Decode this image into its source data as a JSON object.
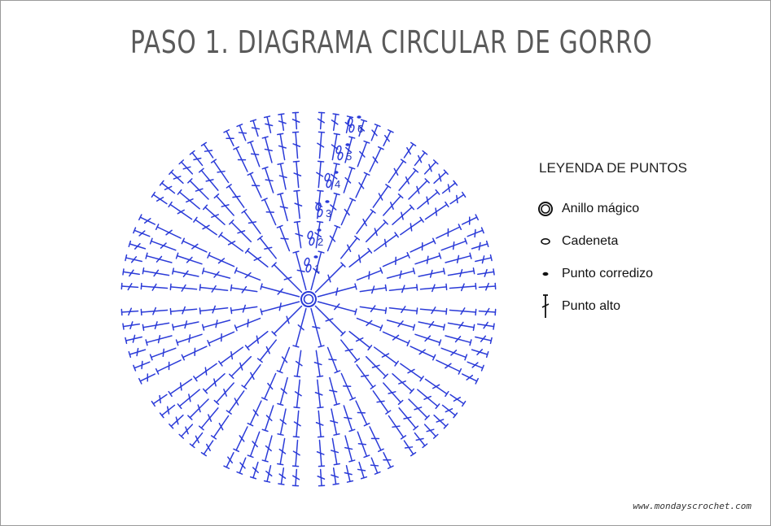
{
  "title": "PASO 1. DIAGRAMA CIRCULAR DE GORRO",
  "legend": {
    "title": "LEYENDA DE PUNTOS",
    "items": [
      {
        "label": "Anillo mágico",
        "icon": "magic-ring-icon"
      },
      {
        "label": "Cadeneta",
        "icon": "chain-stitch-icon"
      },
      {
        "label": "Punto corredizo",
        "icon": "slip-stitch-icon"
      },
      {
        "label": "Punto alto",
        "icon": "double-crochet-icon"
      }
    ]
  },
  "rounds": [
    "1",
    "2",
    "3",
    "4",
    "5",
    "6"
  ],
  "footer": "www.mondayscrochet.com",
  "colors": {
    "stitch": "#2b3bd8",
    "title": "#5a5a5a",
    "frame": "#9a9a9a"
  }
}
